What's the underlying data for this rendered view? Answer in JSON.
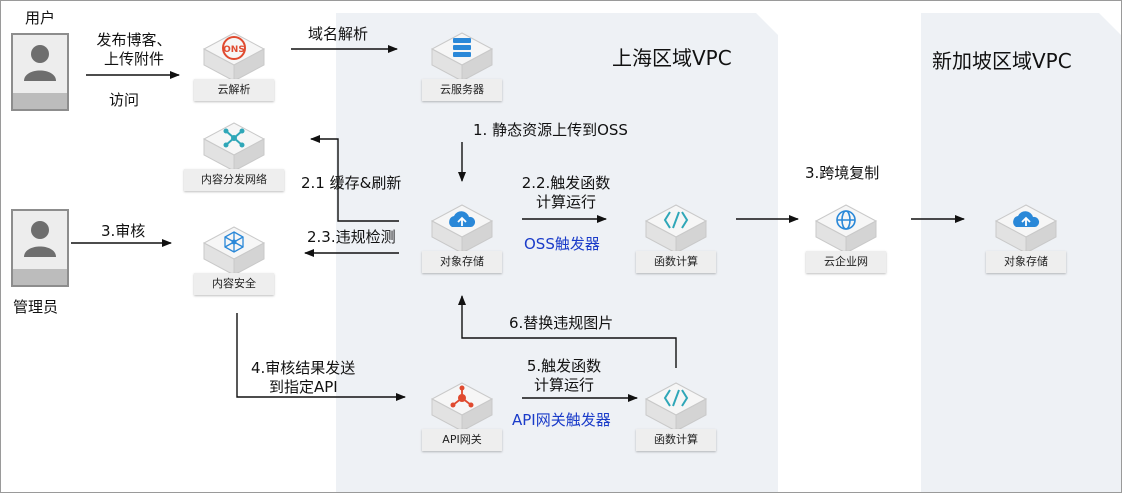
{
  "regions": {
    "shanghai": "上海区域VPC",
    "singapore": "新加坡区域VPC"
  },
  "actors": {
    "user": "用户",
    "admin": "管理员"
  },
  "nodes": {
    "dns": "云解析",
    "ecs": "云服务器",
    "cdn": "内容分发网络",
    "oss_sh": "对象存储",
    "fc_oss": "函数计算",
    "cen": "云企业网",
    "oss_sg": "对象存储",
    "content_security": "内容安全",
    "api_gateway": "API网关",
    "fc_api": "函数计算"
  },
  "labels": {
    "post_line1": "发布博客、",
    "post_line2": "上传附件",
    "visit": "访问",
    "domain_resolve": "域名解析",
    "step1": "1. 静态资源上传到OSS",
    "step2_1": "2.1 缓存&刷新",
    "step2_2_line1": "2.2.触发函数",
    "step2_2_line2": "计算运行",
    "oss_trigger": "OSS触发器",
    "step2_3": "2.3.违规检测",
    "step3_cross": "3.跨境复制",
    "step3_review": "3.审核",
    "step4_line1": "4.审核结果发送",
    "step4_line2": "到指定API",
    "step5_line1": "5.触发函数",
    "step5_line2": "计算运行",
    "api_trigger": "API网关触发器",
    "step6": "6.替换违规图片"
  },
  "icons": {
    "dns": "ons-logo-icon",
    "ecs": "server-icon",
    "cdn": "network-nodes-icon",
    "oss": "cloud-upload-icon",
    "fc": "function-compute-icon",
    "cen": "globe-icon",
    "content_security": "shield-network-icon",
    "api_gateway": "api-hub-icon",
    "person": "user-icon"
  },
  "colors": {
    "region_bg": "#eef1f5",
    "icon_teal": "#2fa7b8",
    "icon_blue": "#2a88d8",
    "icon_red": "#e04a2f",
    "trigger_text": "#1a3bc9",
    "arrow": "#111111"
  }
}
